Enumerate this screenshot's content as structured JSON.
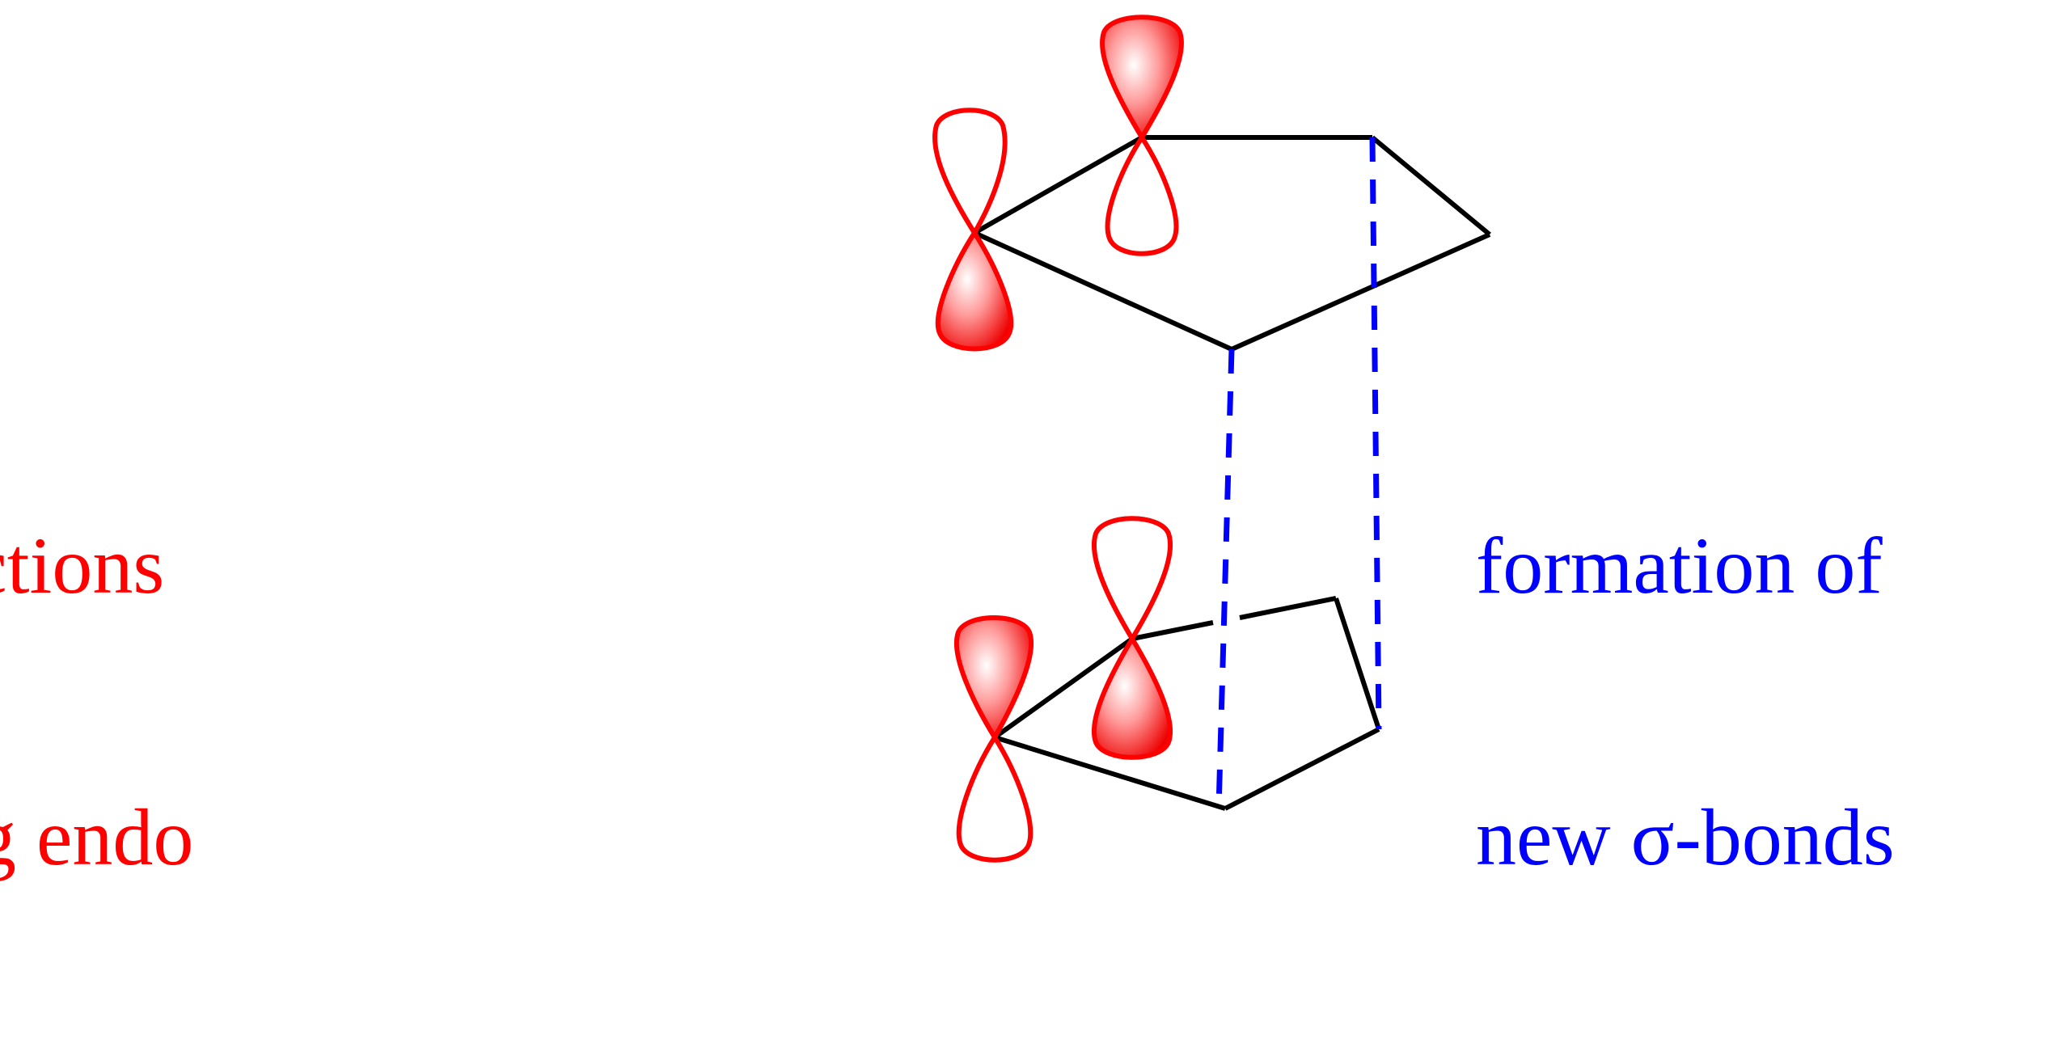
{
  "colors": {
    "orbital": "#ff0000",
    "bond": "#000000",
    "new_bond": "#0000ff",
    "background": "#ffffff"
  },
  "left_label": {
    "line1": "actions",
    "line2": "ng endo"
  },
  "right_label": {
    "line1": "formation of",
    "line2": "new σ-bonds"
  }
}
